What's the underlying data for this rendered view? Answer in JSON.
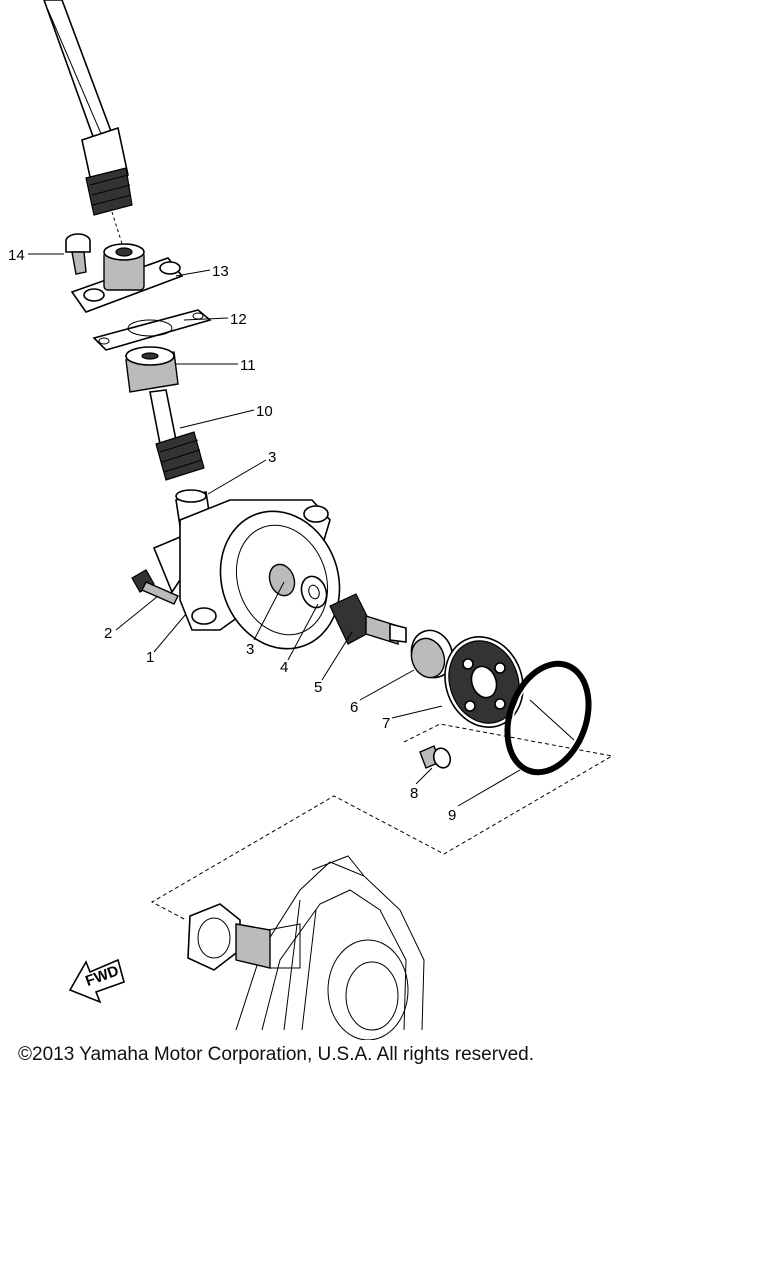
{
  "diagram": {
    "callouts": {
      "p1": "1",
      "p2": "2",
      "p3a": "3",
      "p3b": "3",
      "p4": "4",
      "p5": "5",
      "p6": "6",
      "p7": "7",
      "p8": "8",
      "p9": "9",
      "p10": "10",
      "p11": "11",
      "p12": "12",
      "p13": "13",
      "p14": "14"
    },
    "fwd_label": "FWD"
  },
  "footer": {
    "copyright": "©2013 Yamaha Motor Corporation, U.S.A. All rights reserved."
  }
}
